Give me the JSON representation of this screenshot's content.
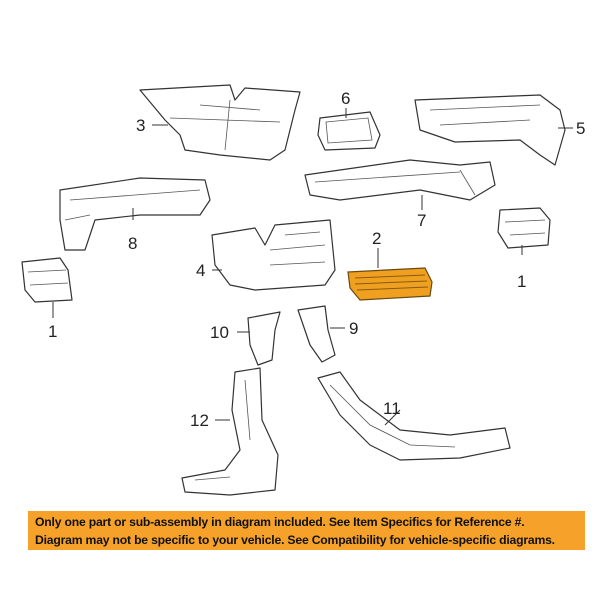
{
  "diagram": {
    "callouts": [
      "1",
      "1",
      "2",
      "3",
      "4",
      "5",
      "6",
      "7",
      "8",
      "9",
      "10",
      "11",
      "12"
    ],
    "highlight_color": "#f0a020"
  },
  "banner": {
    "line1": "Only one part or sub-assembly in diagram included. See Item Specifics for Reference #.",
    "line2": "Diagram may not be specific to your vehicle. See Compatibility for vehicle-specific diagrams.",
    "color": "#f6a12a"
  }
}
